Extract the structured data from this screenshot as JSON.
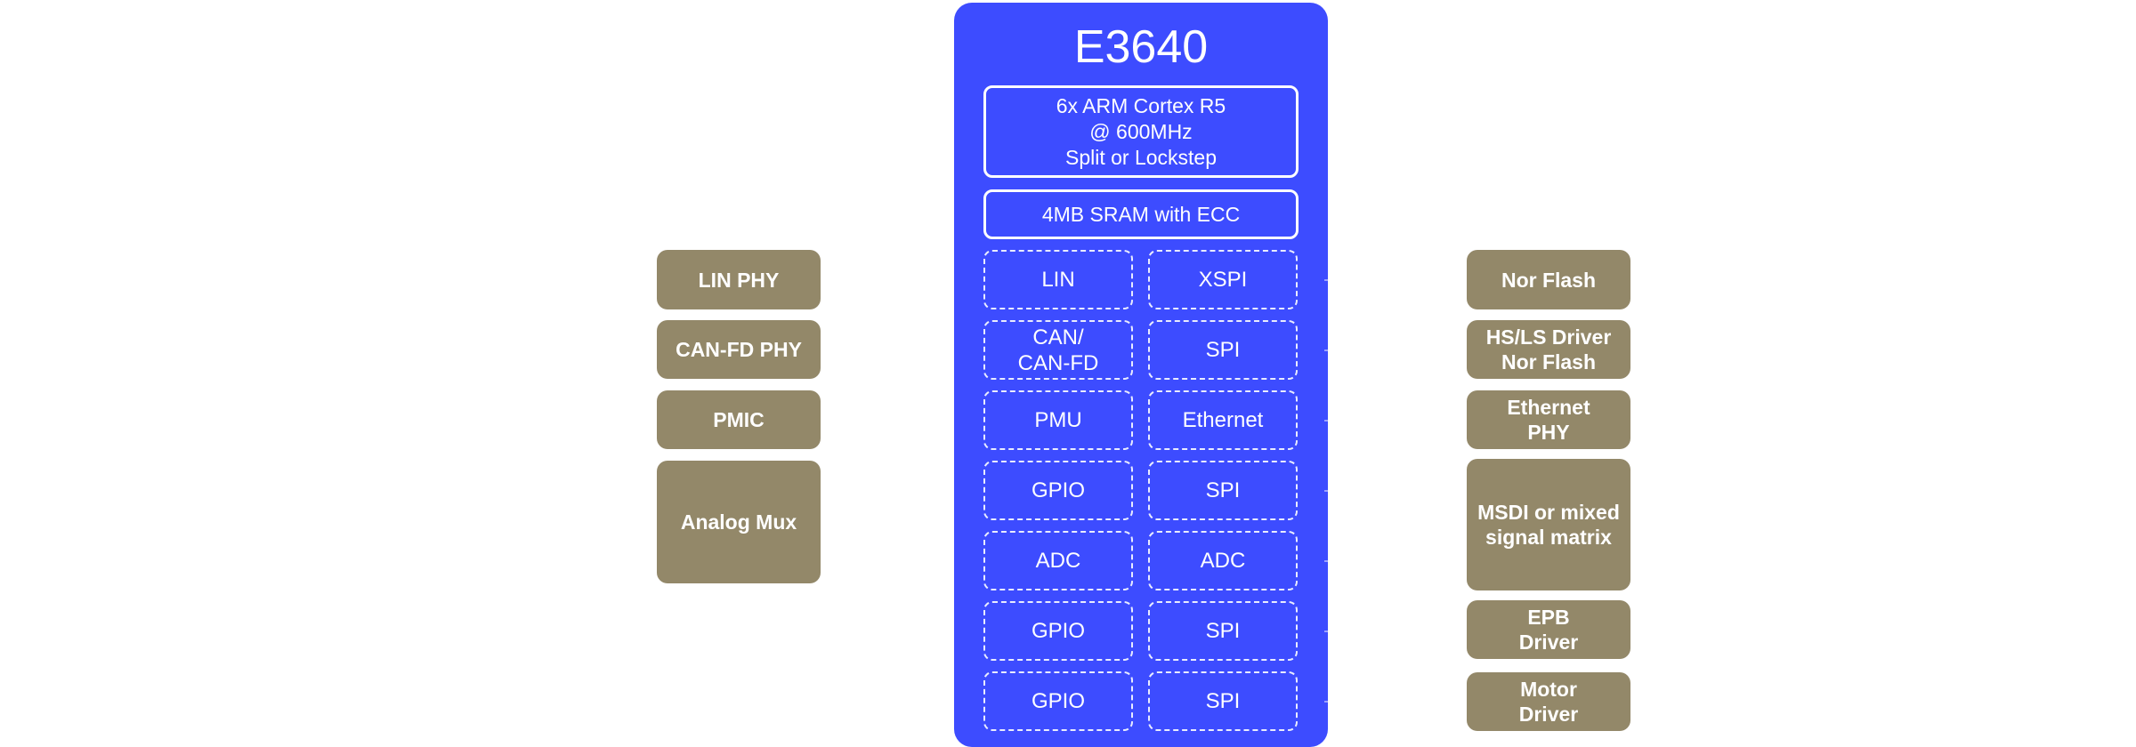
{
  "chip": {
    "title": "E3640",
    "cpu": {
      "line1": "6x ARM Cortex R5",
      "line2": "@ 600MHz",
      "line3": "Split or Lockstep"
    },
    "sram": "4MB SRAM with ECC",
    "peripherals": [
      {
        "left": "LIN",
        "right": "XSPI"
      },
      {
        "left_line1": "CAN/",
        "left_line2": "CAN-FD",
        "right": "SPI"
      },
      {
        "left": "PMU",
        "right": "Ethernet"
      },
      {
        "left": "GPIO",
        "right": "SPI"
      },
      {
        "left": "ADC",
        "right": "ADC"
      },
      {
        "left": "GPIO",
        "right": "SPI"
      },
      {
        "left": "GPIO",
        "right": "SPI"
      }
    ]
  },
  "left_devices": [
    {
      "label": "LIN PHY"
    },
    {
      "label": "CAN-FD PHY"
    },
    {
      "label": "PMIC"
    },
    {
      "label": "Analog Mux"
    }
  ],
  "right_devices": [
    {
      "label": "Nor Flash"
    },
    {
      "line1": "HS/LS Driver",
      "line2": "Nor Flash"
    },
    {
      "line1": "Ethernet",
      "line2": "PHY"
    },
    {
      "line1": "MSDI or mixed",
      "line2": "signal matrix"
    },
    {
      "line1": "EPB",
      "line2": "Driver"
    },
    {
      "line1": "Motor",
      "line2": "Driver"
    }
  ],
  "colors": {
    "chip": "#3d4cff",
    "device": "#938869",
    "text": "#ffffff"
  }
}
